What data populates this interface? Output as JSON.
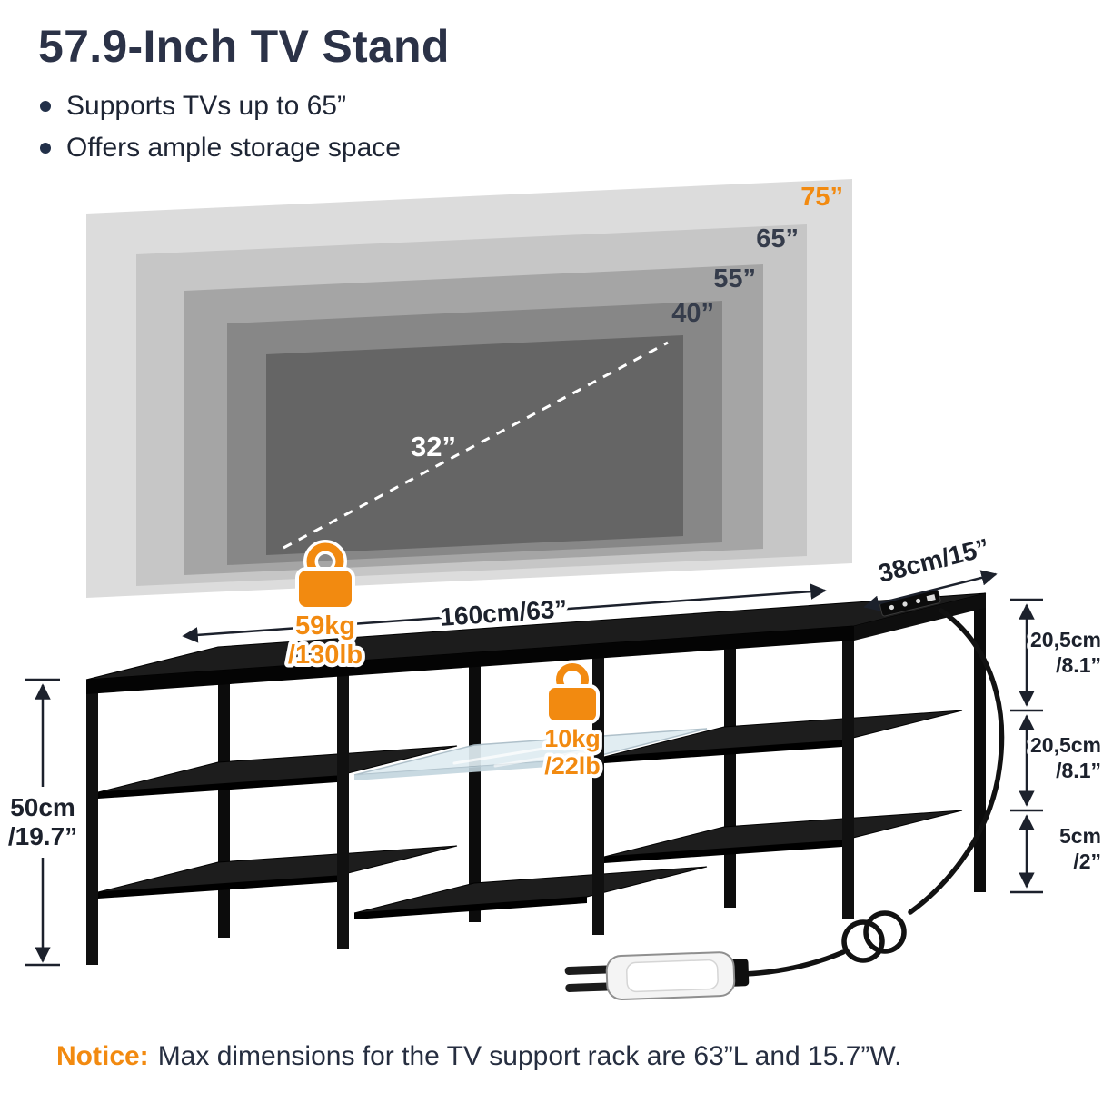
{
  "colors": {
    "accent_orange": "#F28A10",
    "heading": "#2B3247",
    "text": "#1E2534",
    "tv_shades": [
      "#DCDCDC",
      "#C6C6C6",
      "#A5A5A5",
      "#878787",
      "#656565"
    ]
  },
  "header": {
    "title": "57.9-Inch TV Stand",
    "bullets": [
      "Supports TVs up to 65”",
      "Offers ample storage space"
    ]
  },
  "tv_diagram": {
    "size_labels": [
      "75”",
      "65”",
      "55”",
      "40”"
    ],
    "diagonal_label": "32”"
  },
  "dimensions": {
    "width": "160cm/63”",
    "depth": "38cm/15”",
    "height": {
      "cm": "50cm",
      "inch": "/19.7”"
    },
    "gap_top": {
      "cm": "20,5cm",
      "inch": "/8.1”"
    },
    "gap_middle": {
      "cm": "20,5cm",
      "inch": "/8.1”"
    },
    "gap_bottom": {
      "cm": "5cm",
      "inch": "/2”"
    }
  },
  "load_capacity": {
    "tabletop": {
      "kg": "59kg",
      "lb": "/130lb"
    },
    "shelf": {
      "kg": "10kg",
      "lb": "/22lb"
    }
  },
  "notice": {
    "label": "Notice:",
    "text": "Max dimensions for the TV support rack are 63”L and 15.7”W."
  }
}
